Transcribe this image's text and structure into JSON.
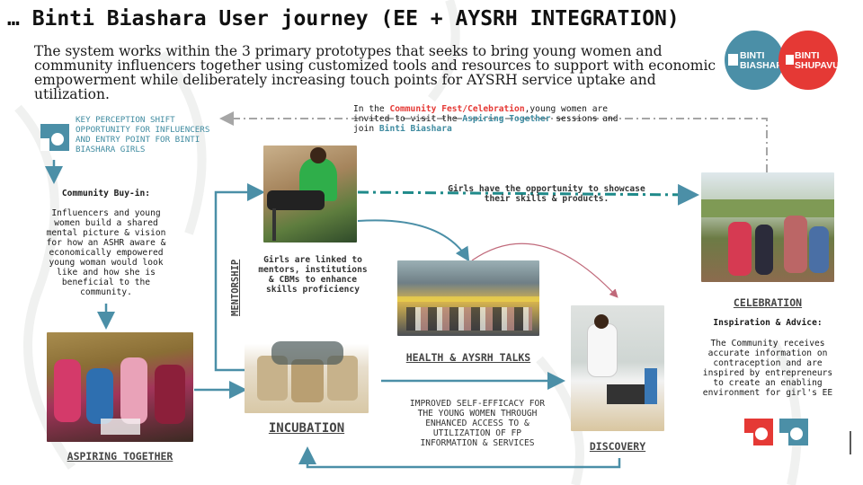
{
  "header": {
    "title": "… Binti Biashara User journey (EE + AYSRH INTEGRATION)",
    "intro": "The system works within the 3 primary prototypes that seeks to bring young women and community influencers together using customized tools and resources to support with economic empowerment while deliberately  increasing touch points for AYSRH service uptake and utilization."
  },
  "logos": {
    "biashara": {
      "line1": "BINTI",
      "line2": "BIASHARA",
      "color": "#4b8fa7"
    },
    "shupavu": {
      "line1": "BINTI",
      "line2": "SHUPAVU",
      "color": "#e53935"
    }
  },
  "key_shift": {
    "text": "KEY PERCEPTION SHIFT OPPORTUNITY FOR INFLUENCERS AND ENTRY POINT FOR BINTI BIASHARA GIRLS"
  },
  "community_fest": {
    "prefix": "In the ",
    "highlight1": "Community Fest/Celebration",
    "mid1": ",young women are invited to visit the ",
    "highlight2": "Aspiring Together",
    "mid2": " sessions and join ",
    "highlight3": "Binti Biashara"
  },
  "community_buyin": {
    "title": "Community Buy-in:",
    "body": "Influencers and young women build a shared mental picture & vision for how an ASHR aware & economically empowered young woman would look like and how she is beneficial to the community."
  },
  "mentorship": {
    "side_label": "MENTORSHIP",
    "text": "Girls are linked to mentors, institutions & CBMs to enhance skills proficiency"
  },
  "showcase": {
    "text": "Girls have the opportunity to showcase their skills & products."
  },
  "stages": {
    "aspiring": "ASPIRING TOGETHER",
    "incubation": "INCUBATION",
    "health": "HEALTH & AYSRH TALKS",
    "discovery": "DISCOVERY",
    "celebration": "CELEBRATION"
  },
  "self_efficacy": {
    "text": "IMPROVED SELF-EFFICACY FOR THE YOUNG WOMEN THROUGH ENHANCED ACCESS TO & UTILIZATION OF FP INFORMATION & SERVICES"
  },
  "inspiration": {
    "title": "Inspiration & Advice:",
    "body": "The Community receives accurate information on contraception and are inspired by entrepreneurs to create an enabling environment for girl's EE"
  },
  "colors": {
    "accent_teal": "#4b8fa7",
    "accent_red": "#e53935",
    "arrow_gray": "#9e9e9e"
  }
}
